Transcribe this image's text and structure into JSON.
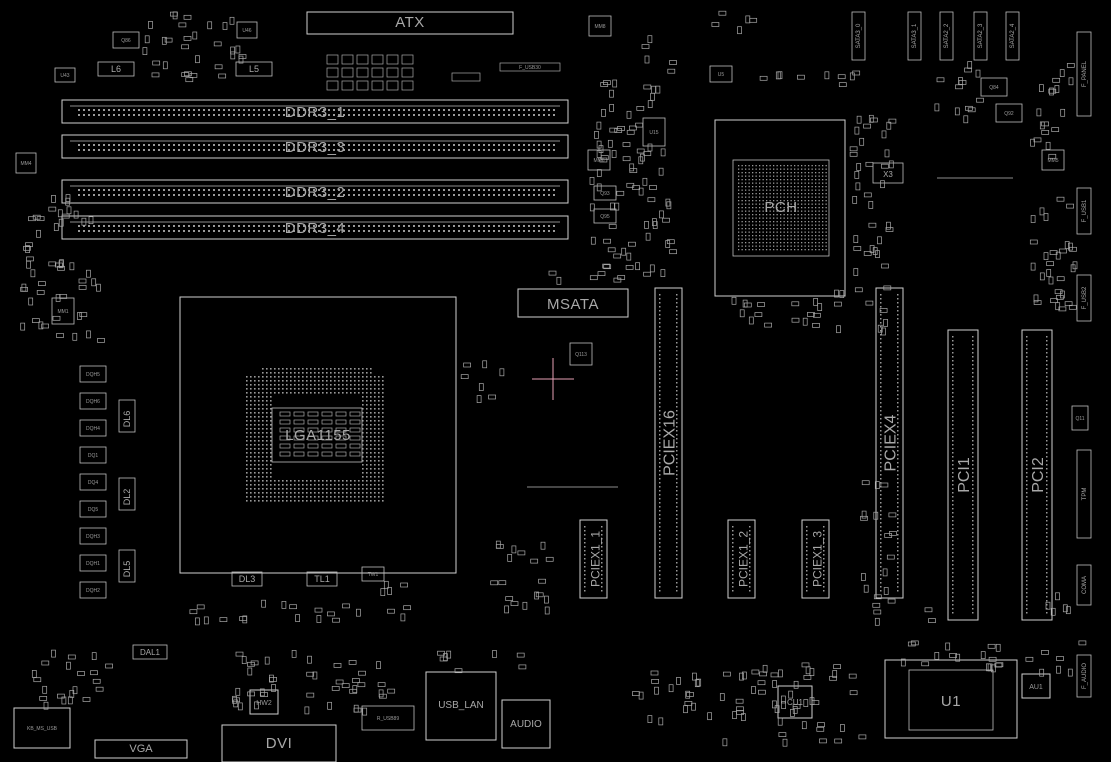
{
  "board": {
    "atx": "ATX",
    "ddr": [
      "DDR3_1",
      "DDR3_3",
      "DDR3_2",
      "DDR3_4"
    ],
    "cpu": "LGA1155",
    "pch": "PCH",
    "msata": "MSATA",
    "pciex16": "PCIEX16",
    "pciex4": "PCIEX4",
    "pciex1": [
      "PCIEX1_1",
      "PCIEX1_2",
      "PCIEX1_3"
    ],
    "pci": [
      "PCI1",
      "PCI2"
    ],
    "u1": "U1",
    "cu1": "CU1",
    "au1": "AU1",
    "hw2": "HW2",
    "x3": "X3",
    "dvi": "DVI",
    "vga": "VGA",
    "usb_lan": "USB_LAN",
    "audio": "AUDIO",
    "kb_ms": "KB_MS_USB",
    "dl": [
      "DL6",
      "DL2",
      "DL5",
      "DL3",
      "TL1",
      "DAL1"
    ],
    "inductors": [
      "L6",
      "L5"
    ],
    "headers": [
      "F_PANEL",
      "F_USB1",
      "F_USB2",
      "TPM",
      "COMA",
      "F_AUDIO",
      "SATA3_0",
      "SATA3_1",
      "SATA2_2",
      "SATA2_3",
      "SATA2_4"
    ],
    "small": {
      "u43": "U43",
      "u5": "U5",
      "u15": "U15",
      "u46": "U46",
      "q86": "Q86",
      "q84": "Q84",
      "q92": "Q92",
      "q93": "Q93",
      "q95": "Q95",
      "q11": "Q11",
      "mm1": "MM1",
      "mm4": "MM4",
      "mm5": "MM5",
      "mm6": "MM6",
      "mm8": "MM8",
      "rusb": "R_USB89",
      "fusb": "F_USB30",
      "tw1": "TW1",
      "q113": "Q113",
      "cq": [
        "DQH5",
        "DQH6",
        "DQH4",
        "DQ1",
        "DQ4",
        "DQ5",
        "DQH3",
        "DQH1",
        "DQH2"
      ]
    }
  },
  "colors": {
    "background": "#000000",
    "outline": "#cfcfcf",
    "label": "#a8a8a8",
    "cursor": "#e6a0b4"
  }
}
